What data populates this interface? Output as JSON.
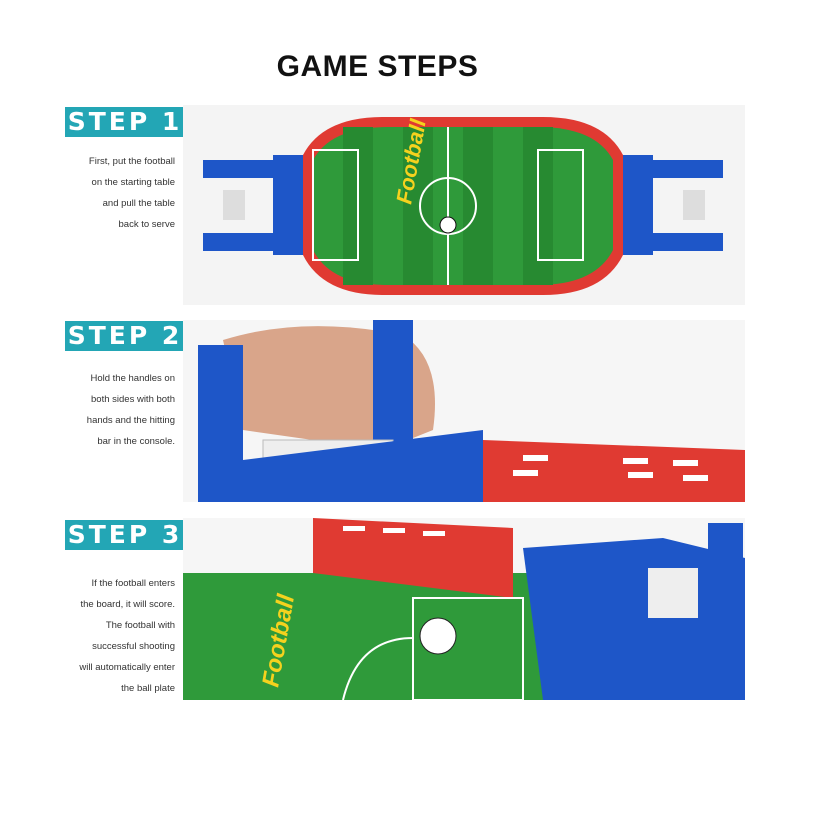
{
  "title": "GAME STEPS",
  "steps": [
    {
      "label": "STEP 1",
      "lines": [
        "First, put the football",
        "on the starting table",
        "and pull the table",
        "back to serve"
      ],
      "image_text": "Football"
    },
    {
      "label": "STEP 2",
      "lines": [
        "Hold the handles on",
        "both sides with both",
        "hands and the hitting",
        "bar in the console."
      ]
    },
    {
      "label": "STEP 3",
      "lines": [
        "If the football enters",
        "the board, it will score.",
        "The football with",
        "successful shooting",
        "will automatically enter",
        "the ball plate"
      ],
      "image_text": "Football"
    }
  ],
  "colors": {
    "badge": "#23a6b5",
    "field": "#2f9a3a",
    "rail": "#e03a32",
    "goal_frame": "#1e56c8"
  }
}
